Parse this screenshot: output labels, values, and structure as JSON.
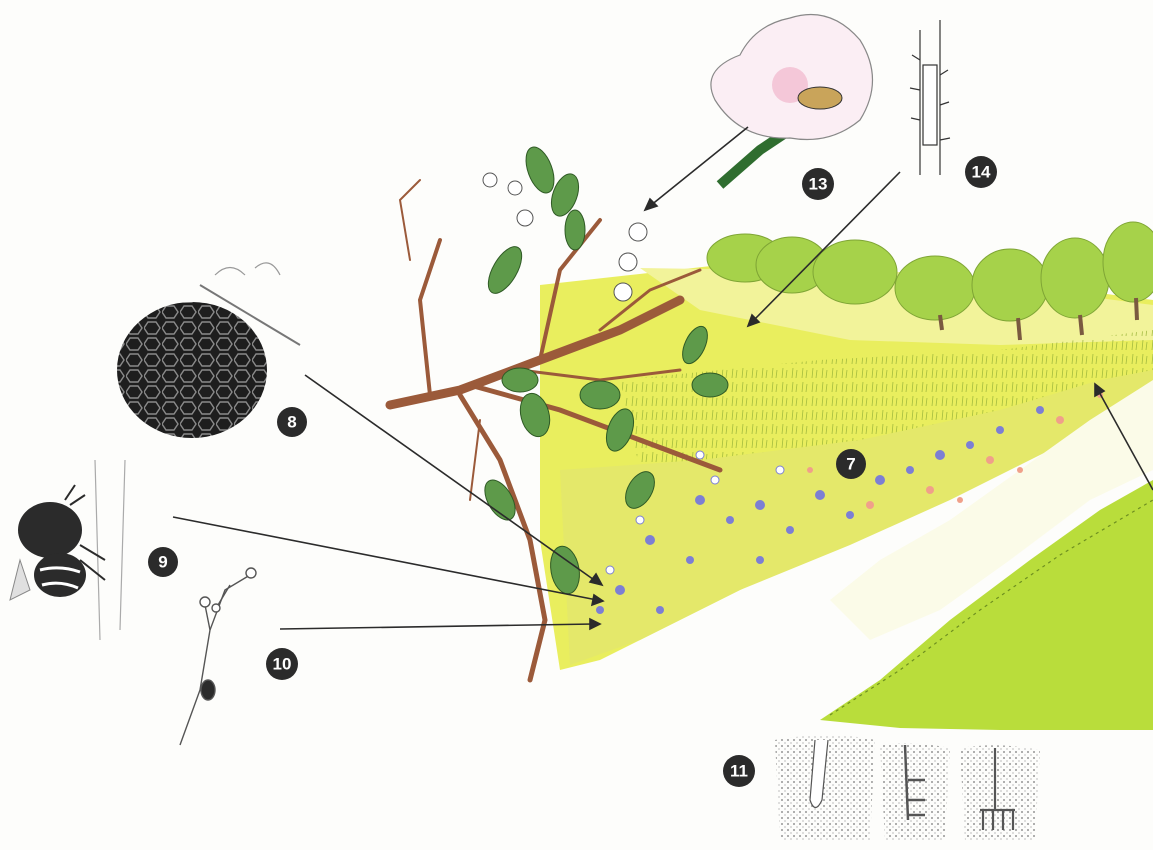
{
  "callouts": [
    {
      "id": "7",
      "label": "7"
    },
    {
      "id": "8",
      "label": "8"
    },
    {
      "id": "9",
      "label": "9"
    },
    {
      "id": "10",
      "label": "10"
    },
    {
      "id": "11",
      "label": "11"
    },
    {
      "id": "13",
      "label": "13"
    },
    {
      "id": "14",
      "label": "14"
    }
  ],
  "colors": {
    "field_yellow": "#e9ee5e",
    "field_light": "#f2f39a",
    "tree_green": "#a6d24a",
    "bank_green": "#b9dd3b",
    "trunk_brown": "#9b5a3a",
    "leaf_green": "#5e9a4a",
    "flower_blue": "#7c7fd4",
    "flower_pink": "#f0a08a",
    "ink": "#2b2b2b"
  },
  "illustrations": [
    "wasp-nest",
    "bumblebee",
    "seed-stalk",
    "root-burrows",
    "rose-blossom-with-bee",
    "thorny-stem",
    "fallen-branch",
    "field-with-wildflowers",
    "tree-row",
    "grass-bank"
  ]
}
